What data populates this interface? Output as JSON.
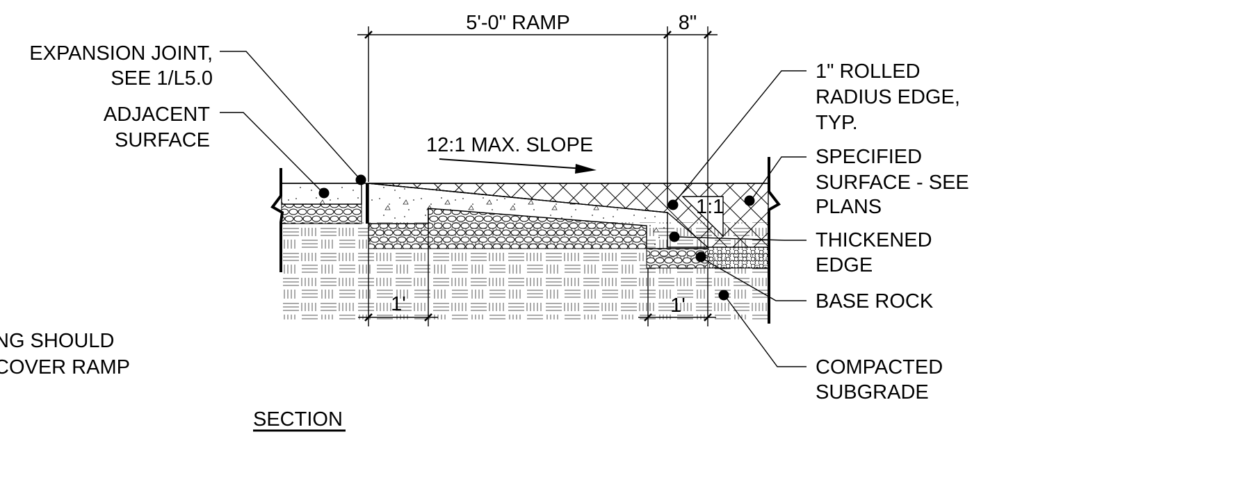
{
  "dimensions": {
    "ramp_length": "5'-0\" RAMP",
    "edge_width": "8\"",
    "left_step": "1'",
    "right_thickened": "1'",
    "edge_ratio": "1:1"
  },
  "slope": {
    "label": "12:1 MAX. SLOPE"
  },
  "callouts": {
    "expansion_joint": [
      "EXPANSION JOINT,",
      "SEE 1/L5.0"
    ],
    "adjacent_surface": [
      "ADJACENT",
      "SURFACE"
    ],
    "rolled_edge": [
      "1\" ROLLED",
      "RADIUS EDGE,",
      "TYP."
    ],
    "specified_surface": [
      "SPECIFIED",
      "SURFACE - SEE",
      "PLANS"
    ],
    "thickened_edge": [
      "THICKENED",
      "EDGE"
    ],
    "base_rock": [
      "BASE ROCK"
    ],
    "compacted_subgrade": [
      "COMPACTED",
      "SUBGRADE"
    ]
  },
  "note": [
    "NG SHOULD",
    "COVER RAMP"
  ],
  "section_title": "SECTION"
}
